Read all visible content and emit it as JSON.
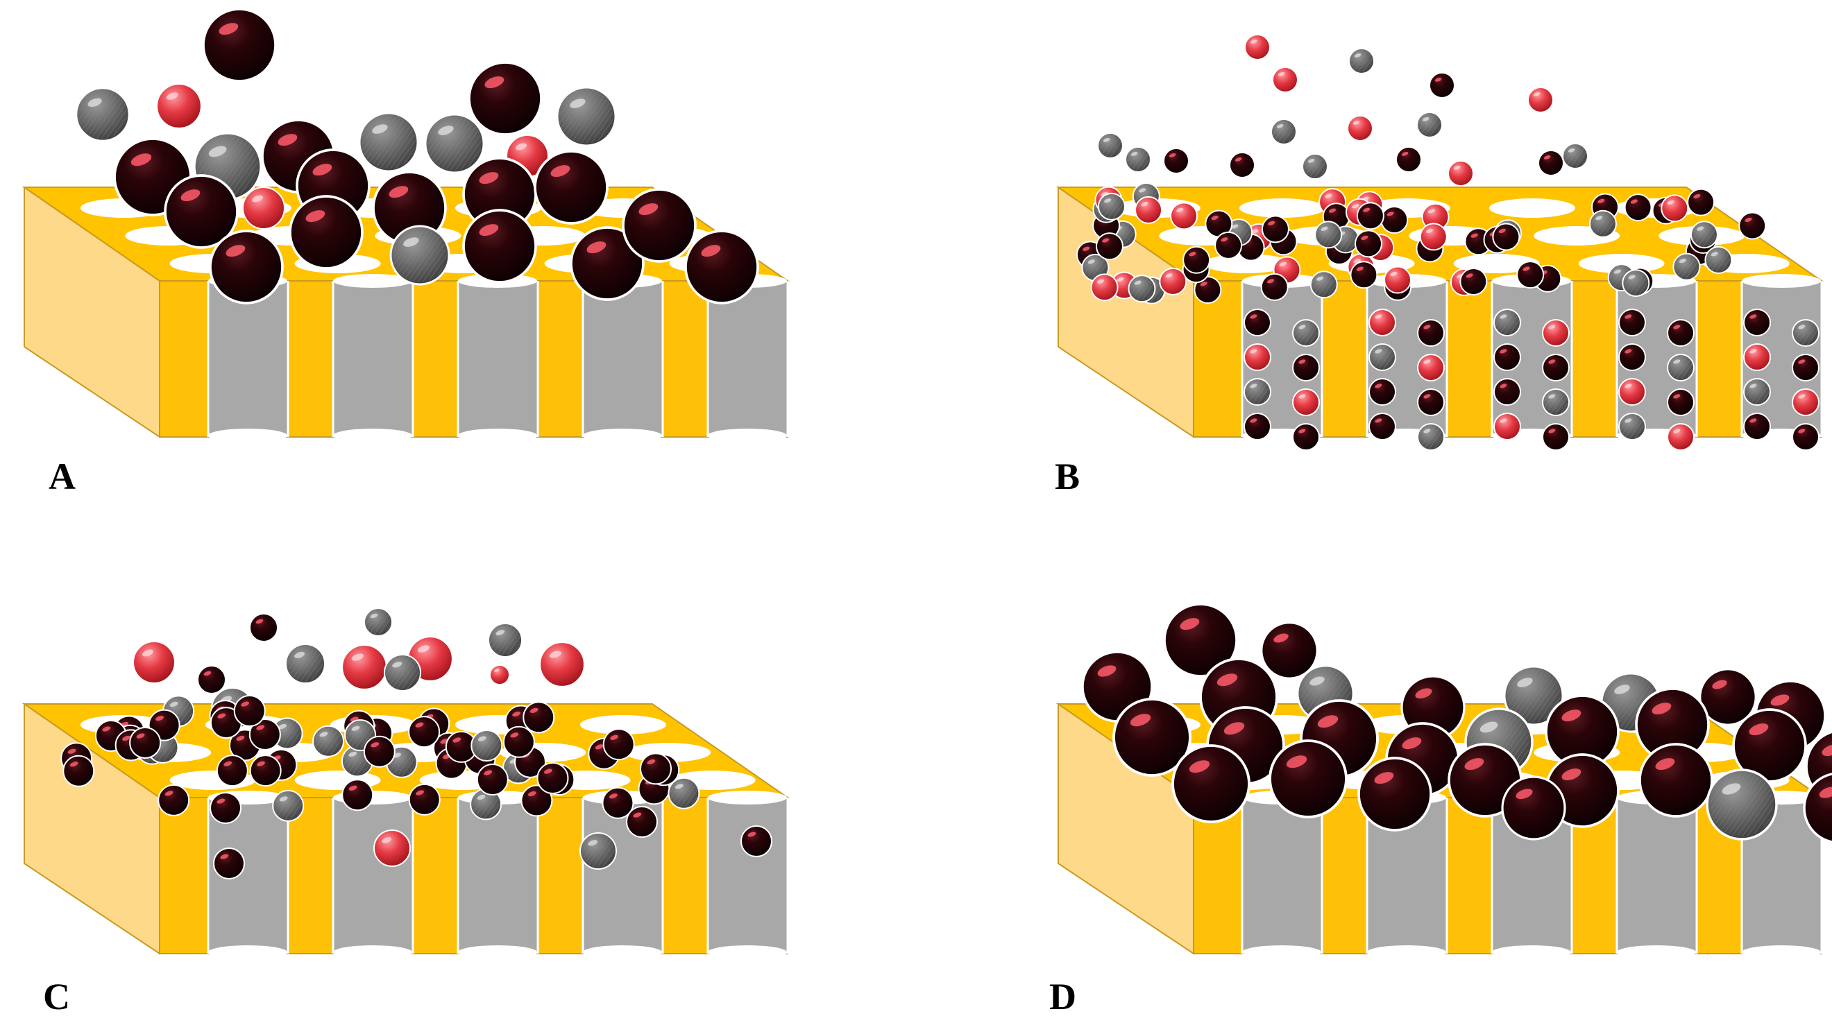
{
  "figure": {
    "panels": [
      {
        "id": "A",
        "label": "A"
      },
      {
        "id": "B",
        "label": "B"
      },
      {
        "id": "C",
        "label": "C"
      },
      {
        "id": "D",
        "label": "D"
      }
    ]
  },
  "colors": {
    "membrane_front": "#FFC107",
    "membrane_side": "#FFD98A",
    "membrane_top": "#FFC300",
    "pore_fill": "#A8A8A8",
    "pore_opening": "#FFFFFF",
    "particle_black": "#1a0003",
    "particle_gray": "#6b6b6b",
    "particle_red": "#e0303a"
  },
  "icons": {
    "particle_black": "dark-sphere-icon",
    "particle_gray": "gray-sphere-icon",
    "particle_red": "red-sphere-icon"
  }
}
